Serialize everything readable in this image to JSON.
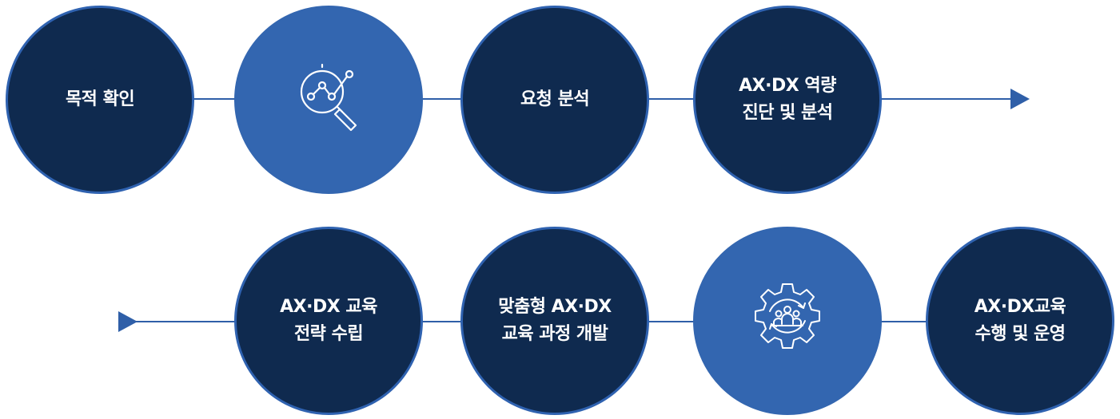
{
  "row1": [
    {
      "type": "text",
      "lines": [
        "목적 확인"
      ]
    },
    {
      "type": "icon",
      "icon": "search-analytics-icon"
    },
    {
      "type": "text",
      "lines": [
        "요청 분석"
      ]
    },
    {
      "type": "text",
      "lines": [
        "AX·DX 역량",
        "진단 및 분석"
      ]
    }
  ],
  "row2": [
    {
      "type": "text",
      "lines": [
        "AX·DX 교육",
        "전략 수립"
      ]
    },
    {
      "type": "text",
      "lines": [
        "맞춤형 AX·DX",
        "교육 과정 개발"
      ]
    },
    {
      "type": "icon",
      "icon": "gear-team-icon"
    },
    {
      "type": "text",
      "lines": [
        "AX·DX교육",
        "수행 및 운영"
      ]
    }
  ],
  "colors": {
    "dark": "#0f2a4f",
    "light": "#3366b0",
    "line": "#2f5fa8"
  }
}
